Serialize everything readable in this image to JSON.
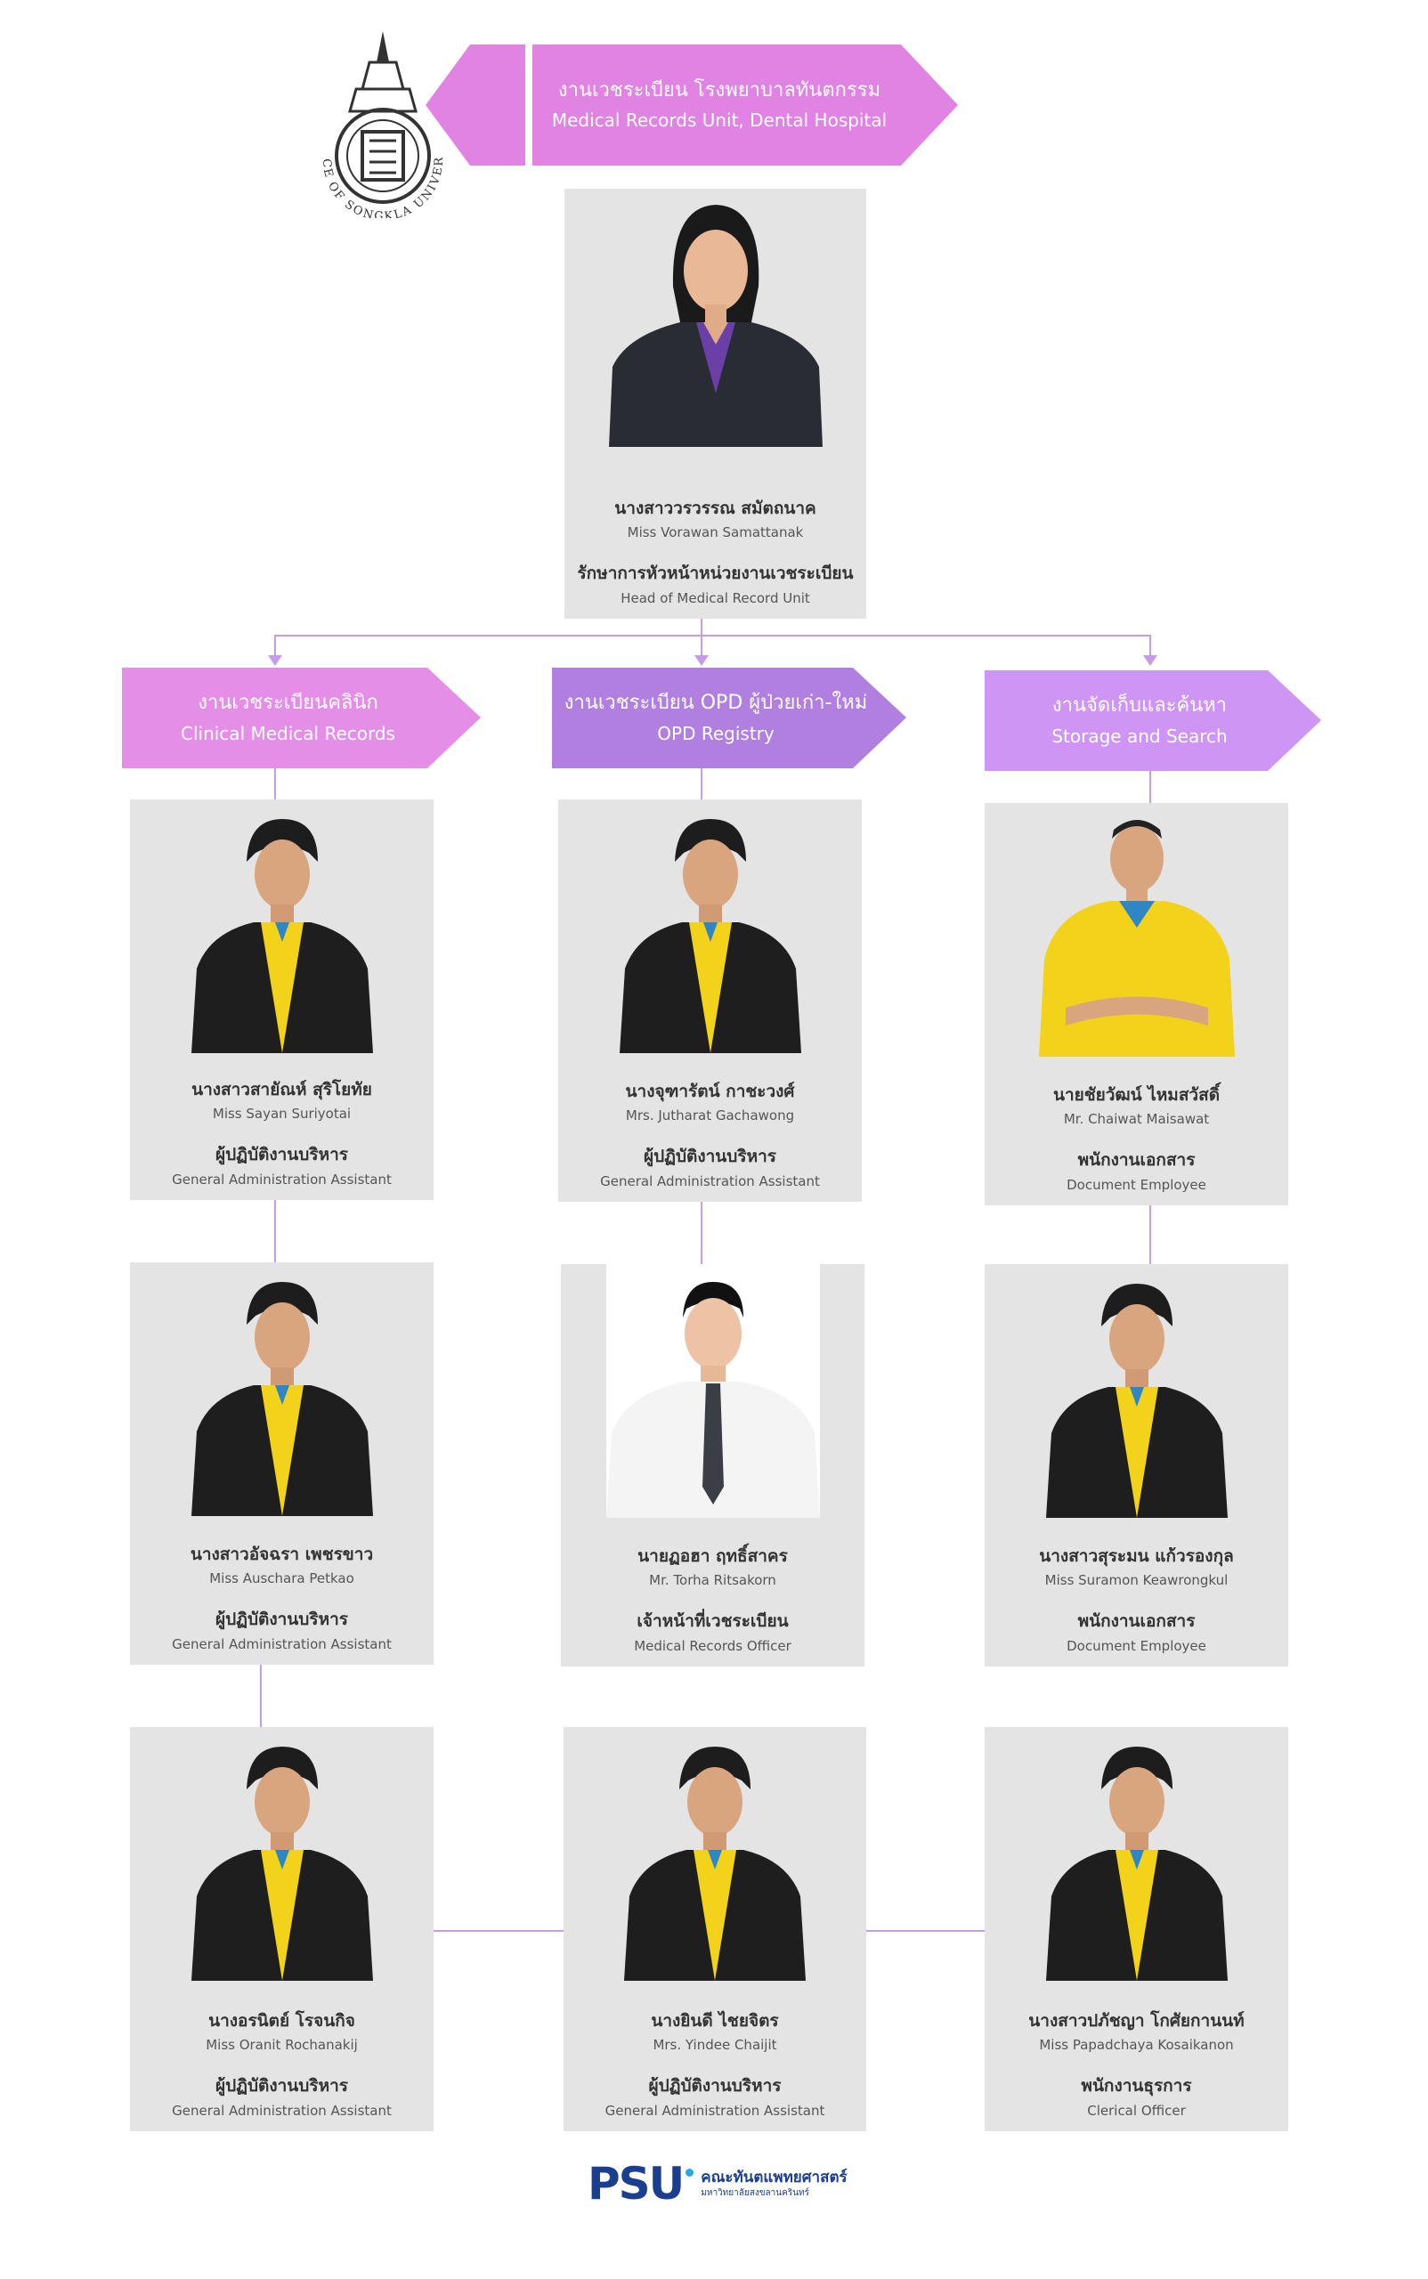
{
  "header": {
    "title_th": "งานเวชระเบียน โรงพยาบาลทันตกรรม",
    "title_en": "Medical Records Unit, Dental Hospital",
    "university_seal_text": "PRINCE OF SONGKLA UNIVERSITY"
  },
  "head": {
    "name_th": "นางสาววรวรรณ สมัตถนาค",
    "name_en": "Miss Vorawan Samattanak",
    "role_th": "รักษาการหัวหน้าหน่วยงานเวชระเบียน",
    "role_en": "Head of Medical Record Unit"
  },
  "sections": [
    {
      "title_th": "งานเวชระเบียนคลินิก",
      "title_en": "Clinical Medical Records"
    },
    {
      "title_th": "งานเวชระเบียน OPD ผู้ป่วยเก่า-ใหม่",
      "title_en": "OPD Registry"
    },
    {
      "title_th": "งานจัดเก็บและค้นหา",
      "title_en": "Storage and Search"
    }
  ],
  "staff": [
    {
      "name_th": "นางสาวสายัณห์  สุริโยทัย",
      "name_en": "Miss Sayan Suriyotai",
      "role_th": "ผู้ปฏิบัติงานบริหาร",
      "role_en": "General Administration Assistant"
    },
    {
      "name_th": "นางจุฑารัตน์ กาชะวงศ์",
      "name_en": "Mrs. Jutharat Gachawong",
      "role_th": "ผู้ปฏิบัติงานบริหาร",
      "role_en": "General Administration Assistant"
    },
    {
      "name_th": "นายชัยวัฒน์  ไหมสวัสดิ์",
      "name_en": "Mr. Chaiwat Maisawat",
      "role_th": "พนักงานเอกสาร",
      "role_en": "Document Employee"
    },
    {
      "name_th": "นางสาวอัจฉรา เพชรขาว",
      "name_en": "Miss Auschara Petkao",
      "role_th": "ผู้ปฏิบัติงานบริหาร",
      "role_en": "General Administration Assistant"
    },
    {
      "name_th": "นายฏอฮา  ฤทธิ์สาคร",
      "name_en": "Mr. Torha Ritsakorn",
      "role_th": "เจ้าหน้าที่เวชระเบียน",
      "role_en": "Medical Records Officer"
    },
    {
      "name_th": "นางสาวสุระมน แก้วรองกุล",
      "name_en": "Miss Suramon Keawrongkul",
      "role_th": "พนักงานเอกสาร",
      "role_en": "Document Employee"
    },
    {
      "name_th": "นางอรนิตย์ โรจนกิจ",
      "name_en": "Miss Oranit Rochanakij",
      "role_th": "ผู้ปฏิบัติงานบริหาร",
      "role_en": "General Administration Assistant"
    },
    {
      "name_th": "นางยินดี ไชยจิตร",
      "name_en": "Mrs. Yindee  Chaijit",
      "role_th": "ผู้ปฏิบัติงานบริหาร",
      "role_en": "General Administration Assistant"
    },
    {
      "name_th": "นางสาวปภัชญา  โกศัยกานนท์",
      "name_en": "Miss Papadchaya Kosaikanon",
      "role_th": "พนักงานธุรการ",
      "role_en": "Clerical Officer"
    }
  ],
  "footer": {
    "logo_text": "PSU",
    "faculty_th": "คณะทันตแพทยศาสตร์",
    "university_th": "มหาวิทยาลัยสงขลานครินทร์"
  },
  "colors": {
    "banner_pink": "#e58ee8",
    "banner_header": "#e083e3",
    "banner_purple": "#b07fe0",
    "banner_violet": "#cf95f5",
    "card_bg": "#e4e4e4",
    "suit": "#1e1e1e",
    "shirt_yellow": "#f2d21b",
    "psu_blue": "#1b3f8f"
  }
}
